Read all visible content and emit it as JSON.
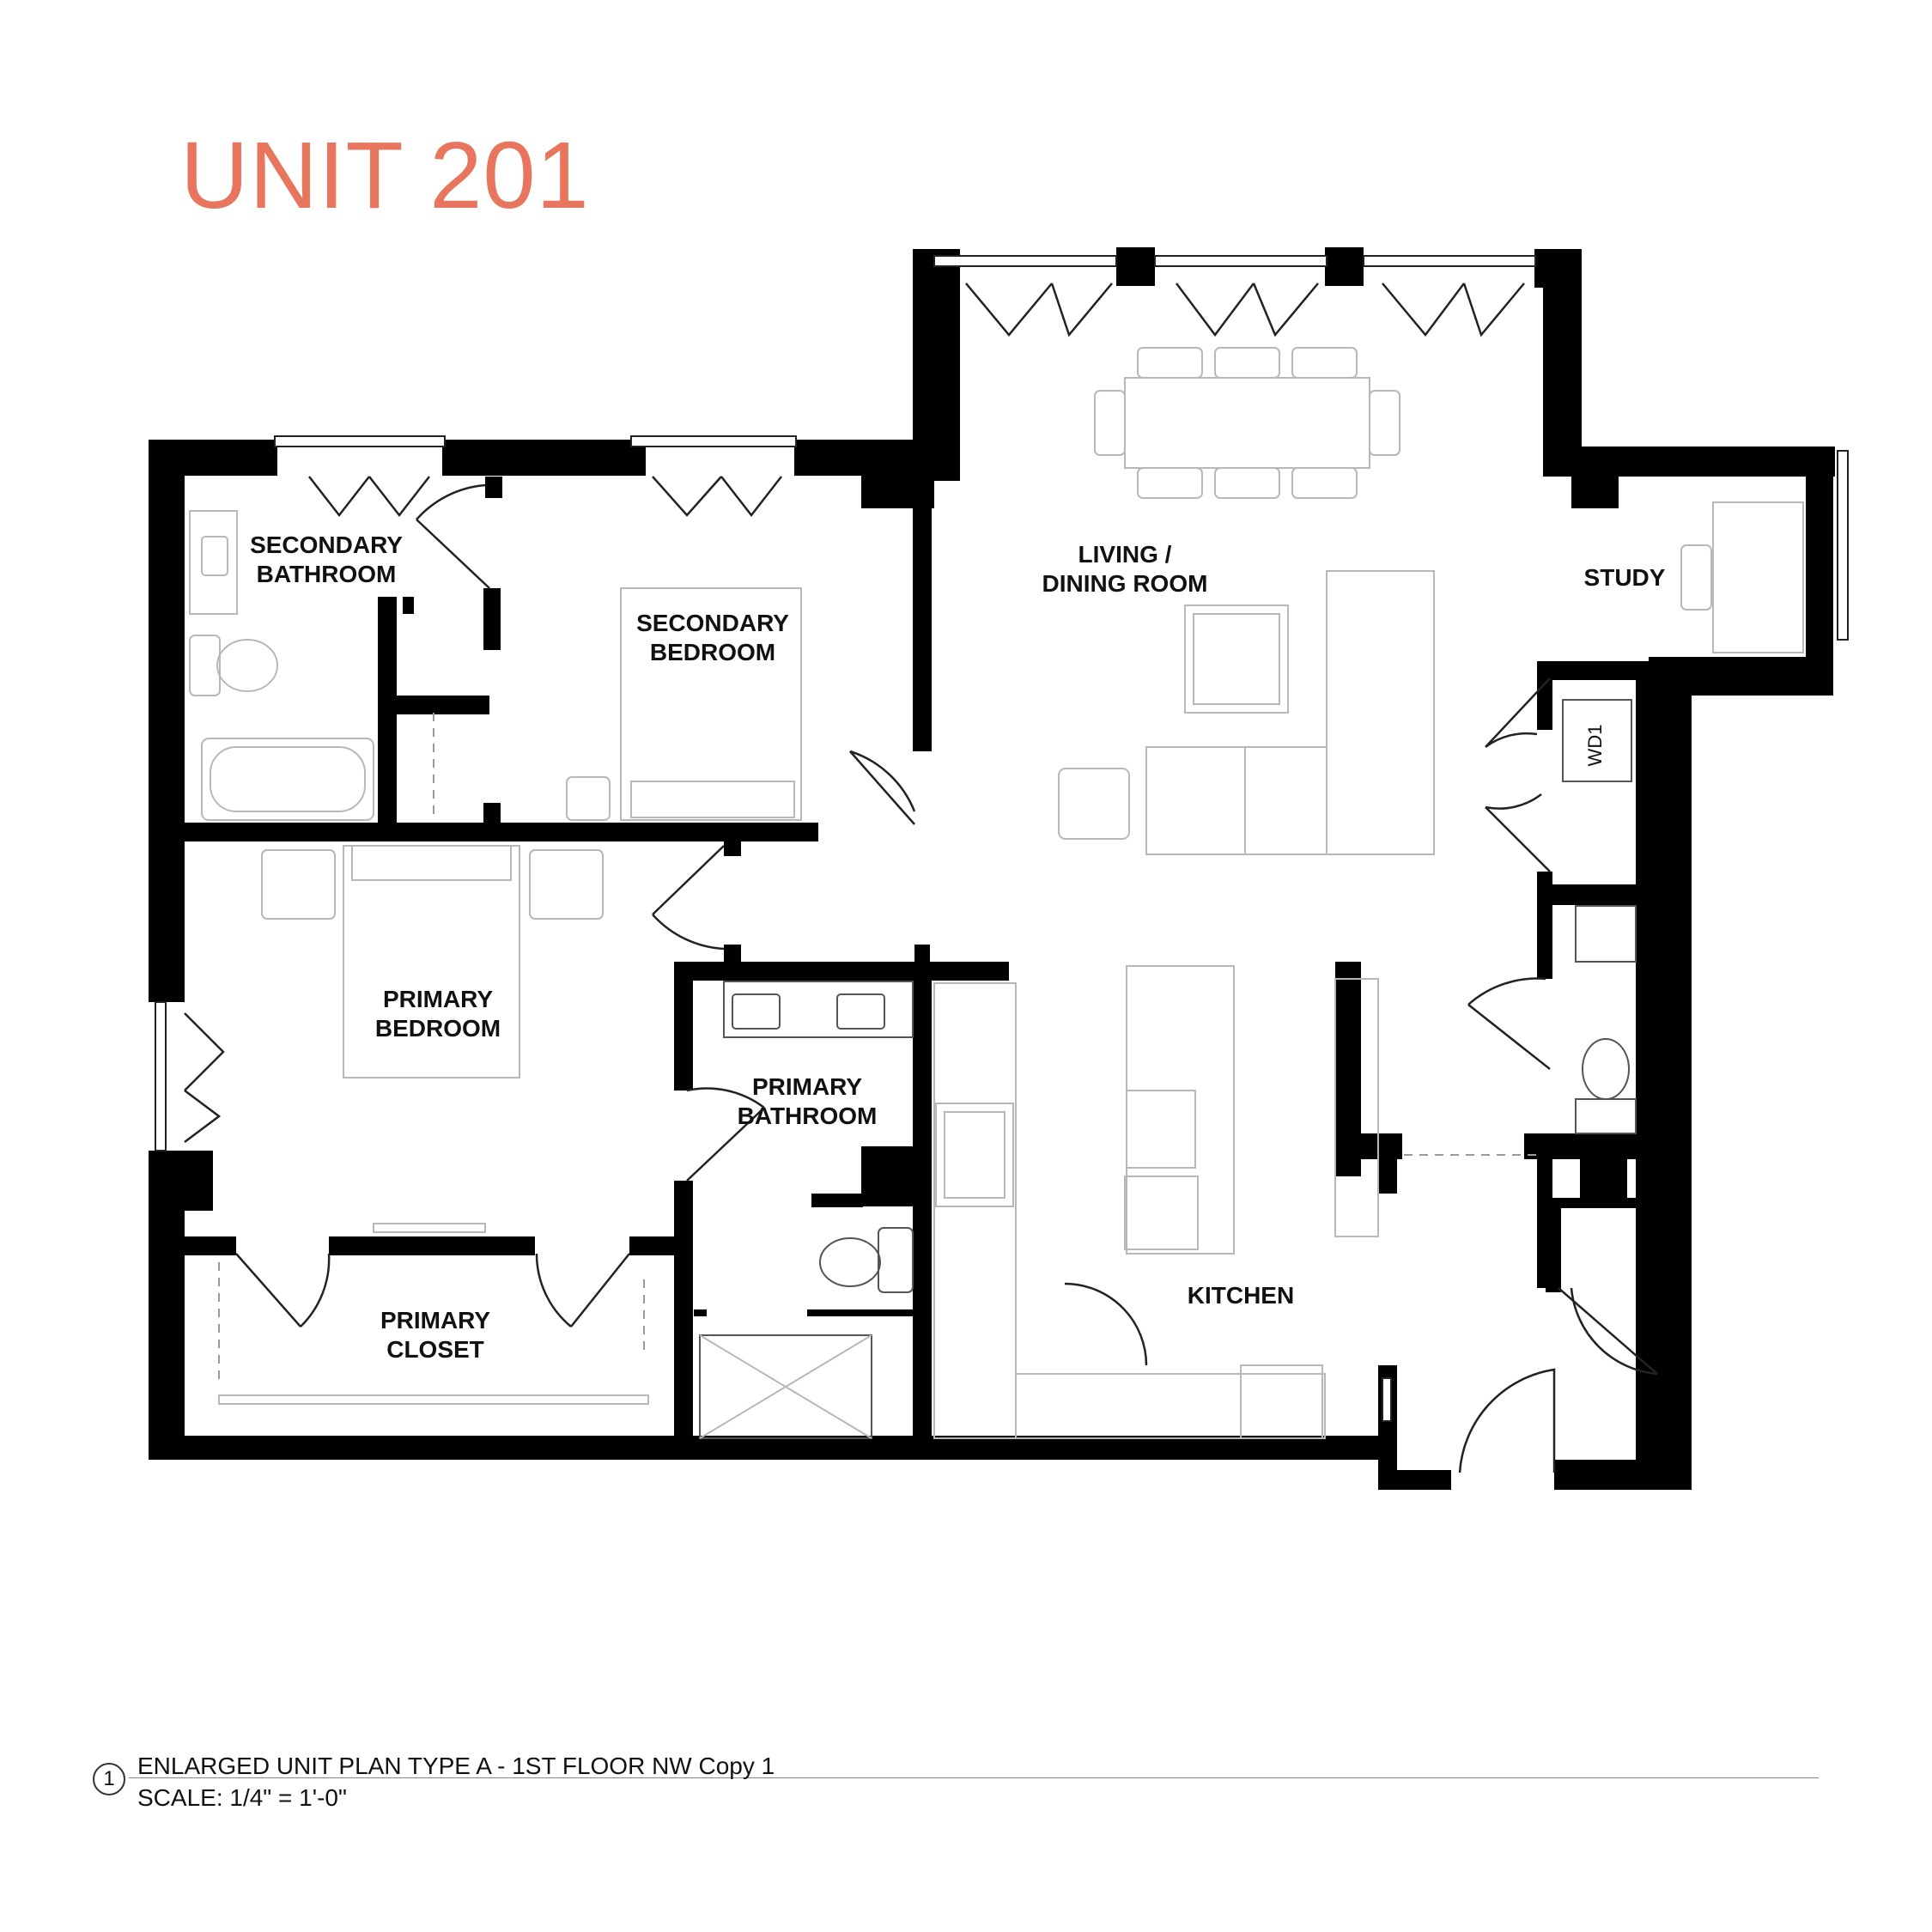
{
  "header": {
    "title": "UNIT 201"
  },
  "rooms": {
    "secondary_bathroom": [
      "SECONDARY",
      "BATHROOM"
    ],
    "secondary_bedroom": [
      "SECONDARY",
      "BEDROOM"
    ],
    "living_dining": [
      "LIVING /",
      "DINING ROOM"
    ],
    "study": [
      "STUDY"
    ],
    "primary_bedroom": [
      "PRIMARY",
      "BEDROOM"
    ],
    "primary_bathroom": [
      "PRIMARY",
      "BATHROOM"
    ],
    "primary_closet": [
      "PRIMARY",
      "CLOSET"
    ],
    "kitchen": [
      "KITCHEN"
    ]
  },
  "appliances": {
    "washer_dryer": "WD1"
  },
  "caption": {
    "marker": "1",
    "title": "ENLARGED UNIT PLAN TYPE A - 1ST FLOOR NW Copy 1",
    "scale": "SCALE: 1/4\" = 1'-0\""
  },
  "colors": {
    "title": "#E8765E",
    "wall": "#000000"
  }
}
